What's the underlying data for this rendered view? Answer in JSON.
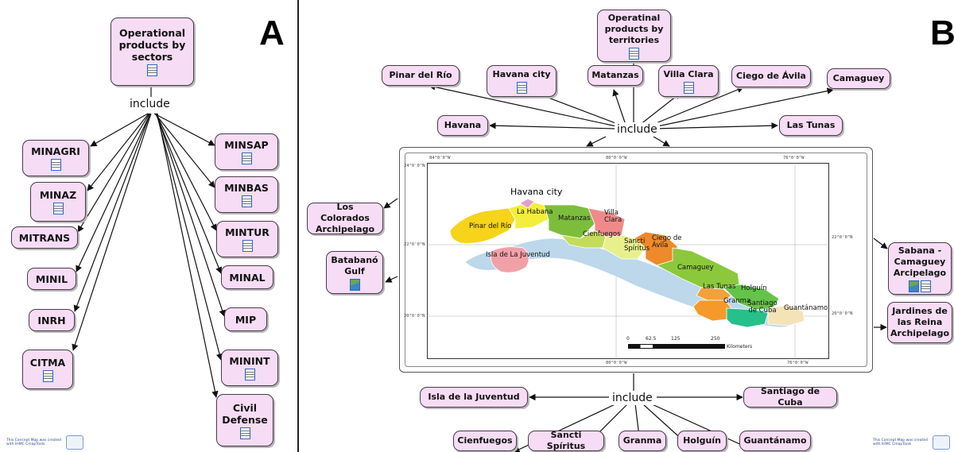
{
  "panel_a": {
    "letter": "A",
    "root": "Operational products by sectors",
    "link_word": "include",
    "sectors": [
      "MINAGRI",
      "MINAZ",
      "MITRANS",
      "MINIL",
      "INRH",
      "CITMA",
      "MINSAP",
      "MINBAS",
      "MINTUR",
      "MINAL",
      "MIP",
      "MININT",
      "Civil Defense"
    ],
    "credit": "This Concept Map was created with IHMC CmapTools"
  },
  "panel_b": {
    "letter": "B",
    "root": "Operatinal products by territories",
    "link_word_top": "include",
    "link_word_bottom": "include",
    "top_territories": [
      "Pinar del Río",
      "Havana city",
      "Matanzas",
      "Villa Clara",
      "Ciego de Ávila",
      "Camaguey",
      "Havana",
      "Las Tunas"
    ],
    "side_territories": [
      "Los Colorados Archipelago",
      "Batabanó Gulf",
      "Sabana - Camaguey Arcipelago",
      "Jardines de las Reina Archipelago"
    ],
    "bottom_territories": [
      "Isla de la Juventud",
      "Santiago de Cuba",
      "Cienfuegos",
      "Sancti Spíritus",
      "Granma",
      "Holguín",
      "Guantánamo"
    ],
    "map": {
      "title": "Havana city",
      "province_labels": [
        "La Habana",
        "Pinar del Río",
        "Matanzas",
        "Villa Clara",
        "Cienfuegos",
        "Sancti Spíritus",
        "Ciego de Ávila",
        "Camaguey",
        "Isla de La Juventud",
        "Las Tunas",
        "Holguín",
        "Granma",
        "Santiago de Cuba",
        "Guantánamo"
      ],
      "lon_ticks_top": [
        "84°0'0\"W",
        "80°0'0\"W",
        "76°0'0\"W"
      ],
      "lon_ticks_bottom": [
        "80°0'0\"W",
        "76°0'0\"W"
      ],
      "lat_ticks_left": [
        "24°0'0\"N",
        "22°0'0\"N",
        "20°0'0\"N"
      ],
      "lat_ticks_right": [
        "22°0'0\"N",
        "20°0'0\"N"
      ],
      "scale_labels": [
        "0",
        "62.5",
        "125",
        "250"
      ],
      "scale_unit": "Kilometers",
      "province_colors": {
        "pinar": "#f7d31a",
        "lahabana": "#f3ee3c",
        "habana_city": "#e4a0c8",
        "matanzas": "#7dbd3c",
        "villaclara": "#f08a8a",
        "cienfuegos": "#c4dc5a",
        "sancti": "#e7f08c",
        "ciego": "#ee8a2a",
        "camaguey": "#8cc83c",
        "lastunas": "#f2a23a",
        "holguin": "#64c44a",
        "granma": "#f59a2a",
        "santiago": "#27c08a",
        "guantanamo": "#f5e3b8",
        "isla": "#f1a0a8",
        "cays": "#bcd8ea"
      }
    },
    "credit": "This Concept Map was created with IHMC CmapTools"
  }
}
